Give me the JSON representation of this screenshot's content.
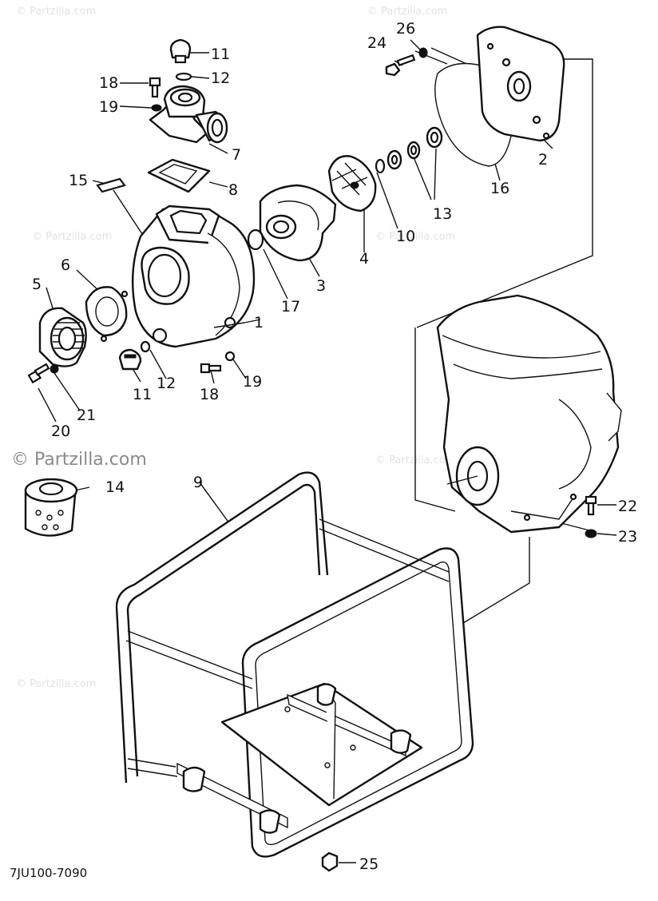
{
  "diagram_code": "7JU100-7090",
  "watermark": {
    "main": "© Partzilla.com",
    "repeat": "© Partzilla.com"
  },
  "callouts": {
    "c1": "1",
    "c2": "2",
    "c3": "3",
    "c4": "4",
    "c5": "5",
    "c6": "6",
    "c7": "7",
    "c8": "8",
    "c9": "9",
    "c10": "10",
    "c11a": "11",
    "c11b": "11",
    "c12a": "12",
    "c12b": "12",
    "c13": "13",
    "c14": "14",
    "c15": "15",
    "c16": "16",
    "c17": "17",
    "c18a": "18",
    "c18b": "18",
    "c19a": "19",
    "c19b": "19",
    "c20": "20",
    "c21": "21",
    "c22": "22",
    "c23": "23",
    "c24": "24",
    "c25": "25",
    "c26": "26"
  },
  "colors": {
    "line": "#111111",
    "background": "#ffffff",
    "watermark": "#e2e2e2"
  }
}
